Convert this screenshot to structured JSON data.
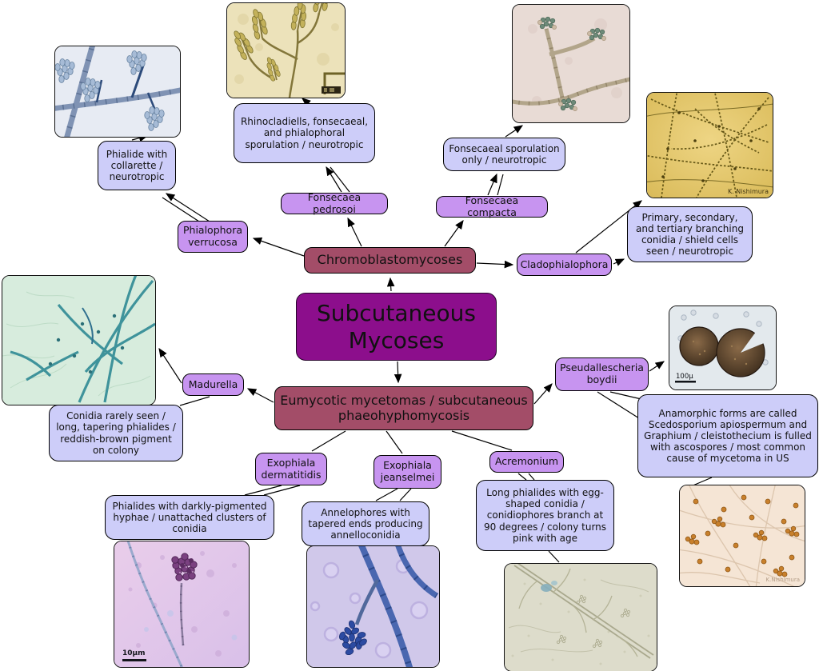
{
  "nodes": {
    "central": {
      "label": "Subcutaneous Mycoses"
    },
    "chromoblastomycoses": {
      "label": "Chromoblastomycoses"
    },
    "eumycotic": {
      "label": "Eumycotic mycetomas / subcutaneous phaeohyphomycosis"
    }
  },
  "organisms": [
    {
      "label": "Phialophora verrucosa"
    },
    {
      "label": "Fonsecaea pedrosoi"
    },
    {
      "label": "Fonsecaea compacta"
    },
    {
      "label": "Cladophialophora"
    },
    {
      "label": "Madurella"
    },
    {
      "label": "Pseudallescheria boydii"
    },
    {
      "label": "Exophiala dermatitidis"
    },
    {
      "label": "Exophiala jeanselmei"
    },
    {
      "label": "Acremonium"
    }
  ],
  "notes": [
    {
      "text": "Phialide with collarette / neurotropic"
    },
    {
      "text": "Rhinocladiells, fonsecaeal, and phialophoral sporulation / neurotropic"
    },
    {
      "text": "Fonsecaeal sporulation only / neurotropic"
    },
    {
      "text": "Primary, secondary, and tertiary branching conidia / shield cells seen / neurotropic"
    },
    {
      "text": "Conidia rarely seen / long, tapering phialides / reddish-brown pigment on colony"
    },
    {
      "text": "Anamorphic forms are called Scedosporium apiospermum and Graphium / cleistothecium is fulled with ascospores / most common cause of mycetoma in US"
    },
    {
      "text": "Phialides with darkly-pigmented hyphae / unattached clusters of conidia"
    },
    {
      "text": "Annelophores with tapered ends producing annelloconidia"
    },
    {
      "text": "Long phialides with egg-shaped conidia / conidiophores branch at 90 degrees / colony turns pink with age"
    }
  ],
  "image_labels": {
    "cleistothecia_scale": "100µ",
    "dermatitidis_scale": "10µm",
    "cladophialophora_watermark": "K. Nishimura",
    "scedosporium_watermark": "K.Nishimura"
  },
  "colors": {
    "central_fill": "#8c0e8c",
    "branch_fill": "#a34d68",
    "organism_fill": "#c794f0",
    "note_fill": "#cdcdf9",
    "line": "#000000"
  }
}
